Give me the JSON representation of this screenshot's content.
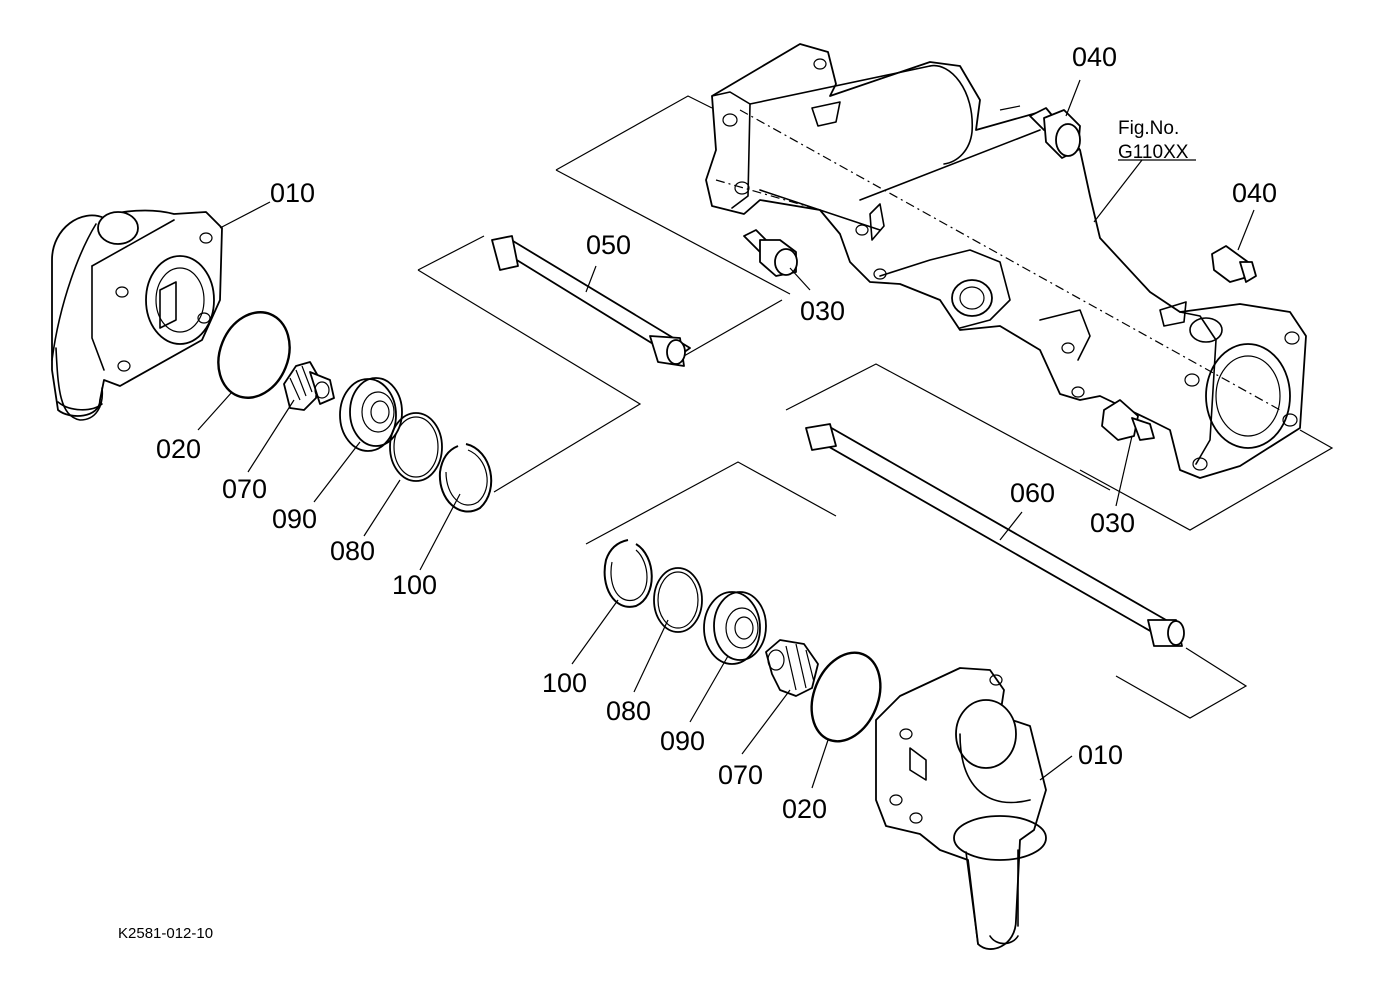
{
  "figure": {
    "ref_label": "Fig.No.",
    "ref_number": "G110XX",
    "drawing_code": "K2581-012-10"
  },
  "callouts": {
    "upper_left": {
      "housing": "010",
      "o_ring": "020",
      "bevel_gear": "070",
      "bearing": "090",
      "shim": "080",
      "snap_ring": "100"
    },
    "lower_right": {
      "housing": "010",
      "o_ring": "020",
      "bevel_gear": "070",
      "bearing": "090",
      "shim": "080",
      "snap_ring": "100"
    },
    "shaft_short": "050",
    "shaft_long": "060",
    "plug_upper": "040",
    "plug_right": "040",
    "plug_mid": "030",
    "plug_lower": "030"
  }
}
